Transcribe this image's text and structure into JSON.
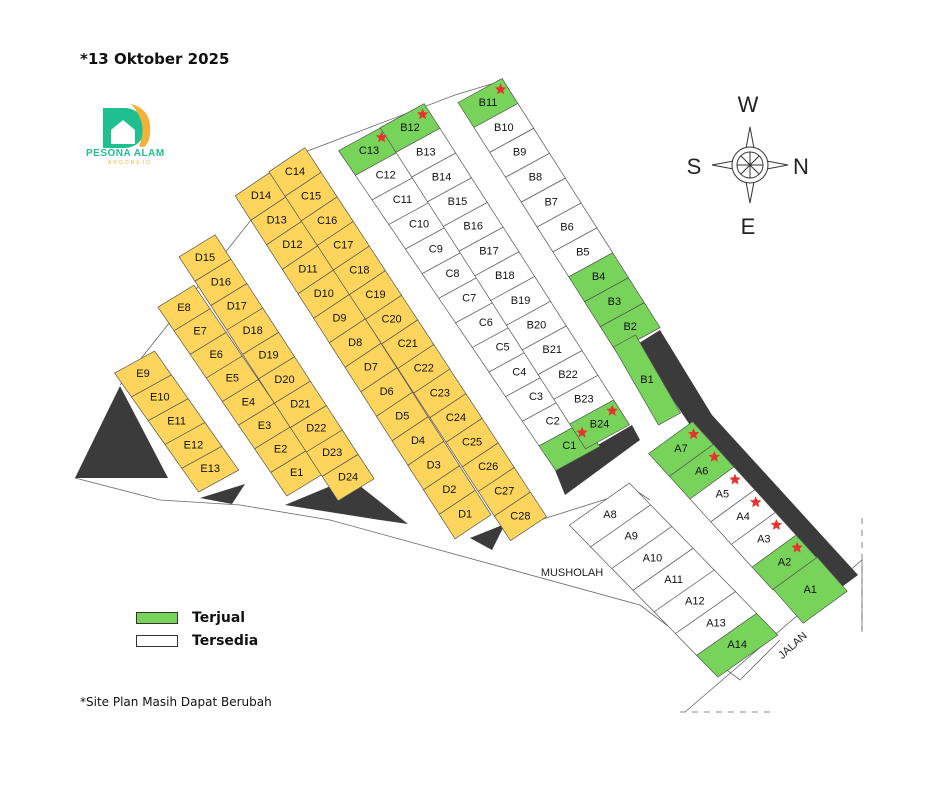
{
  "date": "*13 Oktober 2025",
  "logo": {
    "name": "PESONA ALAM",
    "sub": "ARGOREJO"
  },
  "compass": {
    "top": "W",
    "left": "S",
    "right": "N",
    "bottom": "E"
  },
  "labels": {
    "musholah": "MUSHOLAH",
    "jalan": "JALAN"
  },
  "legend": [
    {
      "label": "Terjual",
      "color": "#77d35a"
    },
    {
      "label": "Tersedia",
      "color": "#ffffff"
    }
  ],
  "note": "*Site Plan Masih Dapat Berubah",
  "colors": {
    "sold": "#77d35a",
    "available": "#ffffff",
    "booked": "#fdd55c",
    "dark": "#3b3b3b",
    "star": "#e8322d"
  },
  "strips": [
    {
      "id": "e9",
      "lots": [
        {
          "n": "E9",
          "s": "booked"
        },
        {
          "n": "E10",
          "s": "booked"
        },
        {
          "n": "E11",
          "s": "booked"
        },
        {
          "n": "E12",
          "s": "booked"
        },
        {
          "n": "E13",
          "s": "booked"
        }
      ]
    },
    {
      "id": "e",
      "lots": [
        {
          "n": "E8",
          "s": "booked"
        },
        {
          "n": "E7",
          "s": "booked"
        },
        {
          "n": "E6",
          "s": "booked"
        },
        {
          "n": "E5",
          "s": "booked"
        },
        {
          "n": "E4",
          "s": "booked"
        },
        {
          "n": "E3",
          "s": "booked"
        },
        {
          "n": "E2",
          "s": "booked"
        },
        {
          "n": "E1",
          "s": "booked"
        }
      ]
    },
    {
      "id": "d2",
      "lots": [
        {
          "n": "D15",
          "s": "booked"
        },
        {
          "n": "D16",
          "s": "booked"
        },
        {
          "n": "D17",
          "s": "booked"
        },
        {
          "n": "D18",
          "s": "booked"
        },
        {
          "n": "D19",
          "s": "booked"
        },
        {
          "n": "D20",
          "s": "booked"
        },
        {
          "n": "D21",
          "s": "booked"
        },
        {
          "n": "D22",
          "s": "booked"
        },
        {
          "n": "D23",
          "s": "booked"
        },
        {
          "n": "D24",
          "s": "booked"
        }
      ]
    },
    {
      "id": "d1",
      "lots": [
        {
          "n": "D14",
          "s": "booked"
        },
        {
          "n": "D13",
          "s": "booked"
        },
        {
          "n": "D12",
          "s": "booked"
        },
        {
          "n": "D11",
          "s": "booked"
        },
        {
          "n": "D10",
          "s": "booked"
        },
        {
          "n": "D9",
          "s": "booked"
        },
        {
          "n": "D8",
          "s": "booked"
        },
        {
          "n": "D7",
          "s": "booked"
        },
        {
          "n": "D6",
          "s": "booked"
        },
        {
          "n": "D5",
          "s": "booked"
        },
        {
          "n": "D4",
          "s": "booked"
        },
        {
          "n": "D3",
          "s": "booked"
        },
        {
          "n": "D2",
          "s": "booked"
        },
        {
          "n": "D1",
          "s": "booked"
        }
      ]
    },
    {
      "id": "c2",
      "lots": [
        {
          "n": "C14",
          "s": "booked"
        },
        {
          "n": "C15",
          "s": "booked"
        },
        {
          "n": "C16",
          "s": "booked"
        },
        {
          "n": "C17",
          "s": "booked"
        },
        {
          "n": "C18",
          "s": "booked"
        },
        {
          "n": "C19",
          "s": "booked"
        },
        {
          "n": "C20",
          "s": "booked"
        },
        {
          "n": "C21",
          "s": "booked"
        },
        {
          "n": "C22",
          "s": "booked"
        },
        {
          "n": "C23",
          "s": "booked"
        },
        {
          "n": "C24",
          "s": "booked"
        },
        {
          "n": "C25",
          "s": "booked"
        },
        {
          "n": "C26",
          "s": "booked"
        },
        {
          "n": "C27",
          "s": "booked"
        },
        {
          "n": "C28",
          "s": "booked"
        }
      ]
    },
    {
      "id": "c1",
      "lots": [
        {
          "n": "C13",
          "s": "sold",
          "star": true
        },
        {
          "n": "C12",
          "s": "available"
        },
        {
          "n": "C11",
          "s": "available"
        },
        {
          "n": "C10",
          "s": "available"
        },
        {
          "n": "C9",
          "s": "available"
        },
        {
          "n": "C8",
          "s": "available"
        },
        {
          "n": "C7",
          "s": "available"
        },
        {
          "n": "C6",
          "s": "available"
        },
        {
          "n": "C5",
          "s": "available"
        },
        {
          "n": "C4",
          "s": "available"
        },
        {
          "n": "C3",
          "s": "available"
        },
        {
          "n": "C2",
          "s": "available"
        },
        {
          "n": "C1",
          "s": "sold",
          "star": true
        }
      ]
    },
    {
      "id": "b2",
      "lots": [
        {
          "n": "B12",
          "s": "sold",
          "star": true
        },
        {
          "n": "B13",
          "s": "available"
        },
        {
          "n": "B14",
          "s": "available"
        },
        {
          "n": "B15",
          "s": "available"
        },
        {
          "n": "B16",
          "s": "available"
        },
        {
          "n": "B17",
          "s": "available"
        },
        {
          "n": "B18",
          "s": "available"
        },
        {
          "n": "B19",
          "s": "available"
        },
        {
          "n": "B20",
          "s": "available"
        },
        {
          "n": "B21",
          "s": "available"
        },
        {
          "n": "B22",
          "s": "available"
        },
        {
          "n": "B23",
          "s": "available"
        },
        {
          "n": "B24",
          "s": "sold",
          "star": true
        }
      ]
    },
    {
      "id": "b1",
      "lots": [
        {
          "n": "B11",
          "s": "sold",
          "star": true
        },
        {
          "n": "B10",
          "s": "available"
        },
        {
          "n": "B9",
          "s": "available"
        },
        {
          "n": "B8",
          "s": "available"
        },
        {
          "n": "B7",
          "s": "available"
        },
        {
          "n": "B6",
          "s": "available"
        },
        {
          "n": "B5",
          "s": "available"
        },
        {
          "n": "B4",
          "s": "sold"
        },
        {
          "n": "B3",
          "s": "sold"
        },
        {
          "n": "B2",
          "s": "sold"
        }
      ]
    },
    {
      "id": "b1big",
      "lots": [
        {
          "n": "B1",
          "s": "sold"
        }
      ]
    },
    {
      "id": "a1",
      "lots": [
        {
          "n": "A7",
          "s": "sold",
          "star": true
        },
        {
          "n": "A6",
          "s": "sold",
          "star": true
        },
        {
          "n": "A5",
          "s": "available",
          "star": true
        },
        {
          "n": "A4",
          "s": "available",
          "star": true
        },
        {
          "n": "A3",
          "s": "available",
          "star": true
        },
        {
          "n": "A2",
          "s": "sold",
          "star": true
        },
        {
          "n": "A1",
          "s": "sold"
        }
      ]
    },
    {
      "id": "a2",
      "lots": [
        {
          "n": "A8",
          "s": "available"
        },
        {
          "n": "A9",
          "s": "available"
        },
        {
          "n": "A10",
          "s": "available"
        },
        {
          "n": "A11",
          "s": "available"
        },
        {
          "n": "A12",
          "s": "available"
        },
        {
          "n": "A13",
          "s": "available"
        },
        {
          "n": "A14",
          "s": "sold"
        }
      ]
    }
  ]
}
